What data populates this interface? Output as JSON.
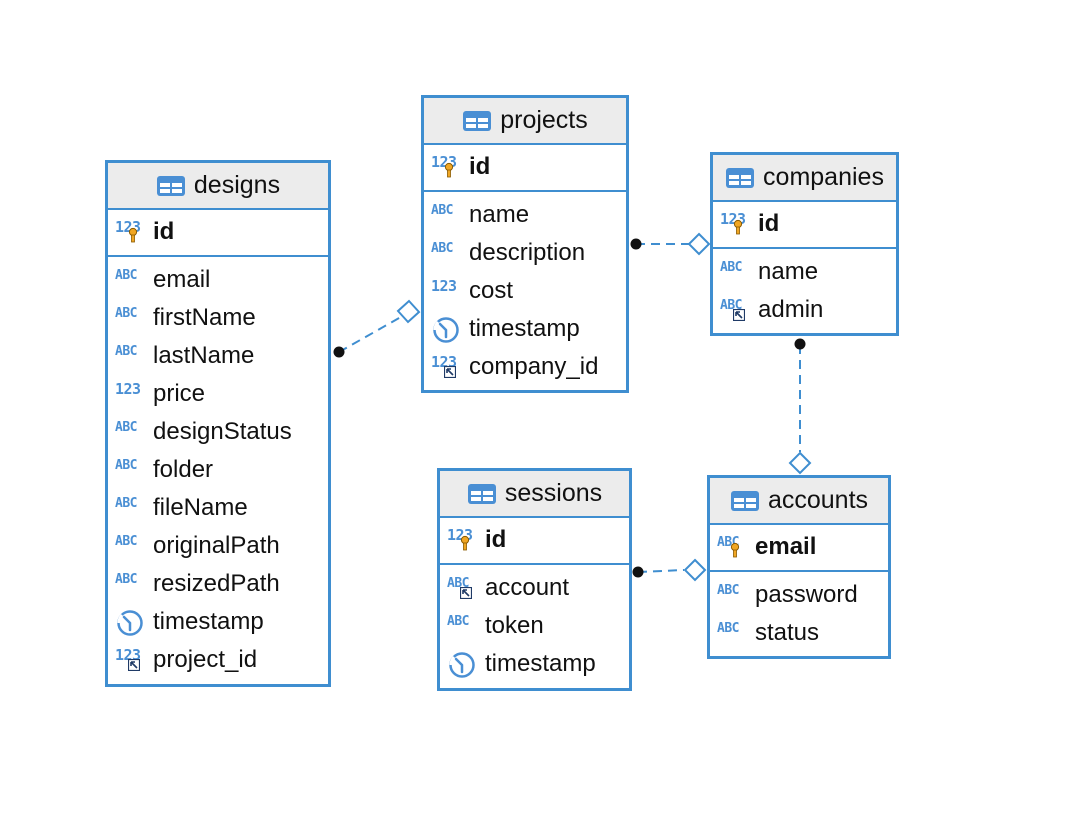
{
  "tables": {
    "designs": {
      "name": "designs",
      "pk": [
        {
          "name": "id",
          "type": "num",
          "badge": "key"
        }
      ],
      "columns": [
        {
          "name": "email",
          "type": "text"
        },
        {
          "name": "firstName",
          "type": "text"
        },
        {
          "name": "lastName",
          "type": "text"
        },
        {
          "name": "price",
          "type": "num"
        },
        {
          "name": "designStatus",
          "type": "text"
        },
        {
          "name": "folder",
          "type": "text"
        },
        {
          "name": "fileName",
          "type": "text"
        },
        {
          "name": "originalPath",
          "type": "text"
        },
        {
          "name": "resizedPath",
          "type": "text"
        },
        {
          "name": "timestamp",
          "type": "time"
        },
        {
          "name": "project_id",
          "type": "num",
          "badge": "fk"
        }
      ]
    },
    "projects": {
      "name": "projects",
      "pk": [
        {
          "name": "id",
          "type": "num",
          "badge": "key"
        }
      ],
      "columns": [
        {
          "name": "name",
          "type": "text"
        },
        {
          "name": "description",
          "type": "text"
        },
        {
          "name": "cost",
          "type": "num"
        },
        {
          "name": "timestamp",
          "type": "time"
        },
        {
          "name": "company_id",
          "type": "num",
          "badge": "fk"
        }
      ]
    },
    "companies": {
      "name": "companies",
      "pk": [
        {
          "name": "id",
          "type": "num",
          "badge": "key"
        }
      ],
      "columns": [
        {
          "name": "name",
          "type": "text"
        },
        {
          "name": "admin",
          "type": "text",
          "badge": "fk"
        }
      ]
    },
    "sessions": {
      "name": "sessions",
      "pk": [
        {
          "name": "id",
          "type": "num",
          "badge": "key"
        }
      ],
      "columns": [
        {
          "name": "account",
          "type": "text",
          "badge": "fk"
        },
        {
          "name": "token",
          "type": "text"
        },
        {
          "name": "timestamp",
          "type": "time"
        }
      ]
    },
    "accounts": {
      "name": "accounts",
      "pk": [
        {
          "name": "email",
          "type": "text",
          "badge": "key"
        }
      ],
      "columns": [
        {
          "name": "password",
          "type": "text"
        },
        {
          "name": "status",
          "type": "text"
        }
      ]
    }
  },
  "type_badges": {
    "num": "123",
    "text": "ABC"
  },
  "relationships": [
    {
      "from": "designs",
      "to": "projects"
    },
    {
      "from": "projects",
      "to": "companies"
    },
    {
      "from": "companies",
      "to": "accounts"
    },
    {
      "from": "sessions",
      "to": "accounts"
    }
  ],
  "colors": {
    "border": "#3f8ed0",
    "header_bg": "#ececec",
    "badge": "#4a8fd4",
    "link": "#3f8ed0"
  }
}
